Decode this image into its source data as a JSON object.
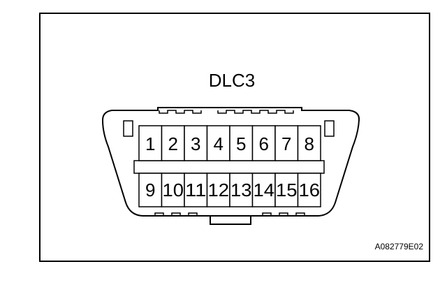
{
  "connector": {
    "name": "DLC3",
    "pins_top": [
      "1",
      "2",
      "3",
      "4",
      "5",
      "6",
      "7",
      "8"
    ],
    "pins_bottom": [
      "9",
      "10",
      "11",
      "12",
      "13",
      "14",
      "15",
      "16"
    ]
  },
  "figure_code": "A082779E02"
}
